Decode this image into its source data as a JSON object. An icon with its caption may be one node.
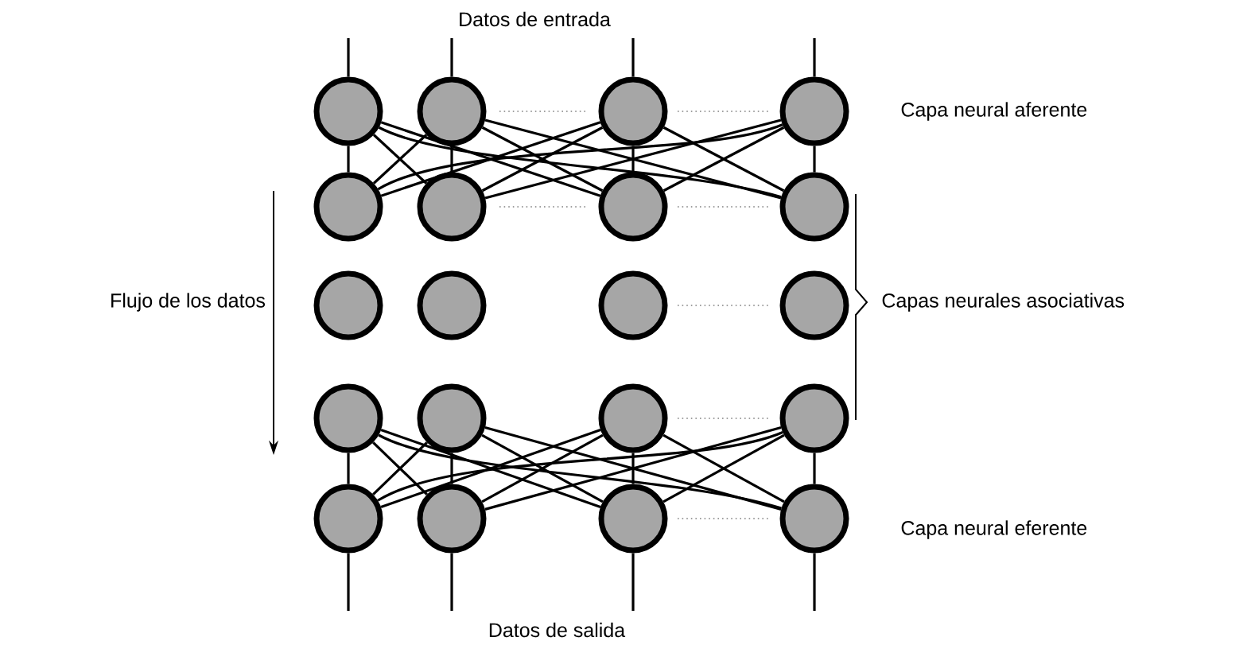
{
  "diagram": {
    "nodes": [
      {
        "text": [],
        "shape": "circle"
      },
      {
        "text": [],
        "shape": "circle"
      },
      {
        "text": [],
        "shape": "circle"
      },
      {
        "text": [],
        "shape": "circle"
      },
      {
        "text": [],
        "shape": "circle"
      },
      {
        "text": [],
        "shape": "circle"
      },
      {
        "text": [],
        "shape": "circle"
      },
      {
        "text": [],
        "shape": "circle"
      },
      {
        "text": [],
        "shape": "circle"
      },
      {
        "text": [],
        "shape": "circle"
      },
      {
        "text": [],
        "shape": "circle"
      },
      {
        "text": [],
        "shape": "circle"
      },
      {
        "text": [],
        "shape": "circle"
      },
      {
        "text": [],
        "shape": "circle"
      },
      {
        "text": [],
        "shape": "circle"
      },
      {
        "text": [],
        "shape": "circle"
      },
      {
        "text": [],
        "shape": "circle"
      },
      {
        "text": [],
        "shape": "circle"
      },
      {
        "text": [],
        "shape": "circle"
      },
      {
        "text": [],
        "shape": "circle"
      }
    ],
    "edges": [
      {
        "from": null,
        "to": 0,
        "arrow": "none"
      },
      {
        "from": null,
        "to": 1,
        "arrow": "none"
      },
      {
        "from": null,
        "to": 2,
        "arrow": "none"
      },
      {
        "from": null,
        "to": 3,
        "arrow": "none"
      },
      {
        "from": 0,
        "to": 4,
        "arrow": "none"
      },
      {
        "from": 0,
        "to": 5,
        "arrow": "none"
      },
      {
        "from": 0,
        "to": 6,
        "arrow": "none"
      },
      {
        "from": 0,
        "to": 7,
        "arrow": "none"
      },
      {
        "from": 1,
        "to": 4,
        "arrow": "none"
      },
      {
        "from": 1,
        "to": 5,
        "arrow": "none"
      },
      {
        "from": 1,
        "to": 6,
        "arrow": "none"
      },
      {
        "from": 1,
        "to": 7,
        "arrow": "none"
      },
      {
        "from": 2,
        "to": 4,
        "arrow": "none"
      },
      {
        "from": 2,
        "to": 5,
        "arrow": "none"
      },
      {
        "from": 2,
        "to": 6,
        "arrow": "none"
      },
      {
        "from": 2,
        "to": 7,
        "arrow": "none"
      },
      {
        "from": 3,
        "to": 4,
        "arrow": "none"
      },
      {
        "from": 3,
        "to": 5,
        "arrow": "none"
      },
      {
        "from": 3,
        "to": 6,
        "arrow": "none"
      },
      {
        "from": 3,
        "to": 7,
        "arrow": "none"
      },
      {
        "from": 12,
        "to": 16,
        "arrow": "none"
      },
      {
        "from": 12,
        "to": 17,
        "arrow": "none"
      },
      {
        "from": 12,
        "to": 18,
        "arrow": "none"
      },
      {
        "from": 12,
        "to": 19,
        "arrow": "none"
      },
      {
        "from": 13,
        "to": 16,
        "arrow": "none"
      },
      {
        "from": 13,
        "to": 17,
        "arrow": "none"
      },
      {
        "from": 13,
        "to": 18,
        "arrow": "none"
      },
      {
        "from": 13,
        "to": 19,
        "arrow": "none"
      },
      {
        "from": 14,
        "to": 16,
        "arrow": "none"
      },
      {
        "from": 14,
        "to": 17,
        "arrow": "none"
      },
      {
        "from": 14,
        "to": 18,
        "arrow": "none"
      },
      {
        "from": 14,
        "to": 19,
        "arrow": "none"
      },
      {
        "from": 15,
        "to": 16,
        "arrow": "none"
      },
      {
        "from": 15,
        "to": 17,
        "arrow": "none"
      },
      {
        "from": 15,
        "to": 18,
        "arrow": "none"
      },
      {
        "from": 15,
        "to": 19,
        "arrow": "none"
      },
      {
        "from": 16,
        "to": null,
        "arrow": "none"
      },
      {
        "from": 17,
        "to": null,
        "arrow": "none"
      },
      {
        "from": 18,
        "to": null,
        "arrow": "none"
      },
      {
        "from": 19,
        "to": null,
        "arrow": "none"
      }
    ],
    "labels": [
      "Datos de entrada",
      "Capa neural aferente",
      "Flujo de los datos",
      "Capas neurales asociativas",
      "Capa neural eferente",
      "Datos de salida"
    ]
  }
}
